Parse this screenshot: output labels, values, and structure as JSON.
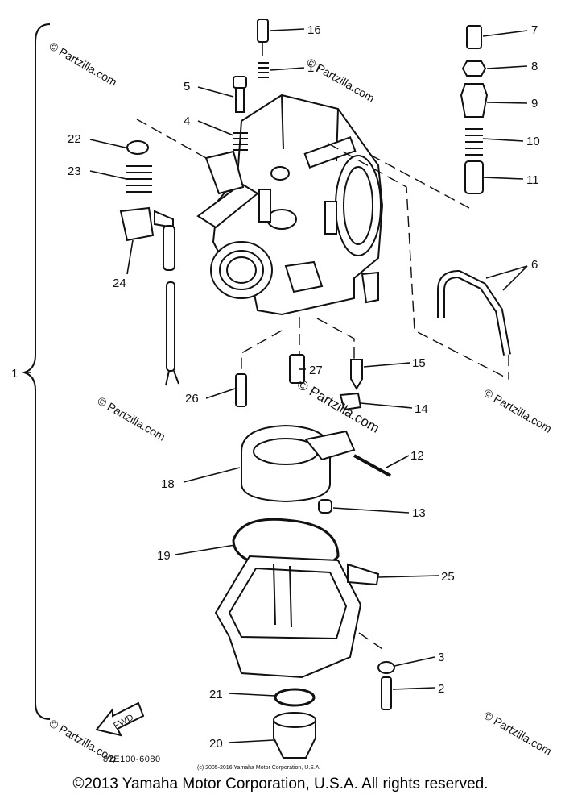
{
  "callouts": [
    {
      "n": "1"
    },
    {
      "n": "2"
    },
    {
      "n": "3"
    },
    {
      "n": "4"
    },
    {
      "n": "5"
    },
    {
      "n": "6"
    },
    {
      "n": "7"
    },
    {
      "n": "8"
    },
    {
      "n": "9"
    },
    {
      "n": "10"
    },
    {
      "n": "11"
    },
    {
      "n": "12"
    },
    {
      "n": "13"
    },
    {
      "n": "14"
    },
    {
      "n": "15"
    },
    {
      "n": "16"
    },
    {
      "n": "17"
    },
    {
      "n": "18"
    },
    {
      "n": "19"
    },
    {
      "n": "20"
    },
    {
      "n": "21"
    },
    {
      "n": "22"
    },
    {
      "n": "23"
    },
    {
      "n": "24"
    },
    {
      "n": "25"
    },
    {
      "n": "26"
    },
    {
      "n": "27"
    }
  ],
  "fwd_label": "FWD",
  "drawing_code": "81E100-6080",
  "partzilla_watermark": "© Partzilla.com",
  "drawing_copyright": "(c) 2005-2016 Yamaha Motor Corporation, U.S.A.",
  "footer_copyright": "©2013 Yamaha Motor Corporation, U.S.A. All rights reserved."
}
